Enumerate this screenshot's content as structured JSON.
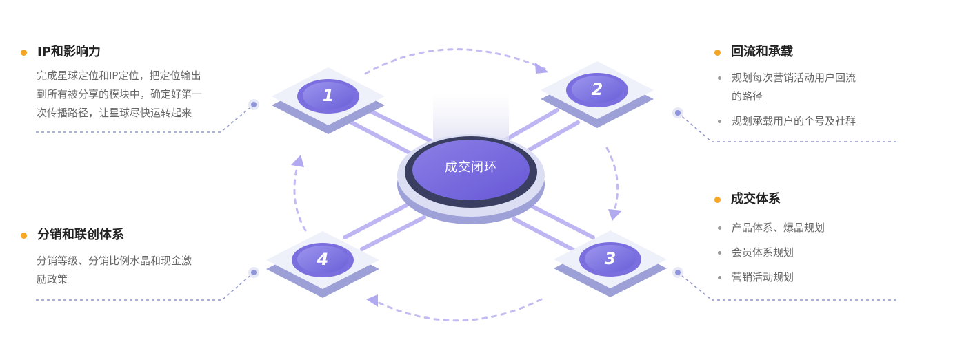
{
  "hub": {
    "label": "成交闭环"
  },
  "nodes": [
    {
      "number": "1"
    },
    {
      "number": "2"
    },
    {
      "number": "3"
    },
    {
      "number": "4"
    }
  ],
  "blocks": {
    "ip": {
      "title": "IP和影响力",
      "desc_lines": [
        "完成星球定位和IP定位，把定位输出",
        "到所有被分享的模块中，确定好第一",
        "次传播路径，让星球尽快运转起来"
      ]
    },
    "reflow": {
      "title": "回流和承载",
      "items": [
        "规划每次营销活动用户回流",
        "的路径",
        "规划承载用户的个号及社群"
      ]
    },
    "deal": {
      "title": "成交体系",
      "items": [
        "产品体系、爆品规划",
        "会员体系规划",
        "营销活动规划"
      ]
    },
    "dist": {
      "title": "分销和联创体系",
      "desc_lines": [
        "分销等级、分销比例水晶和现金激",
        "励政策"
      ]
    }
  },
  "colors": {
    "accent_dot": "#f5a623",
    "purple": "#7b6fe0",
    "purple_light": "#b7b3f0",
    "dash_line": "#8e95c8",
    "hub_dark": "#3a3f62"
  }
}
